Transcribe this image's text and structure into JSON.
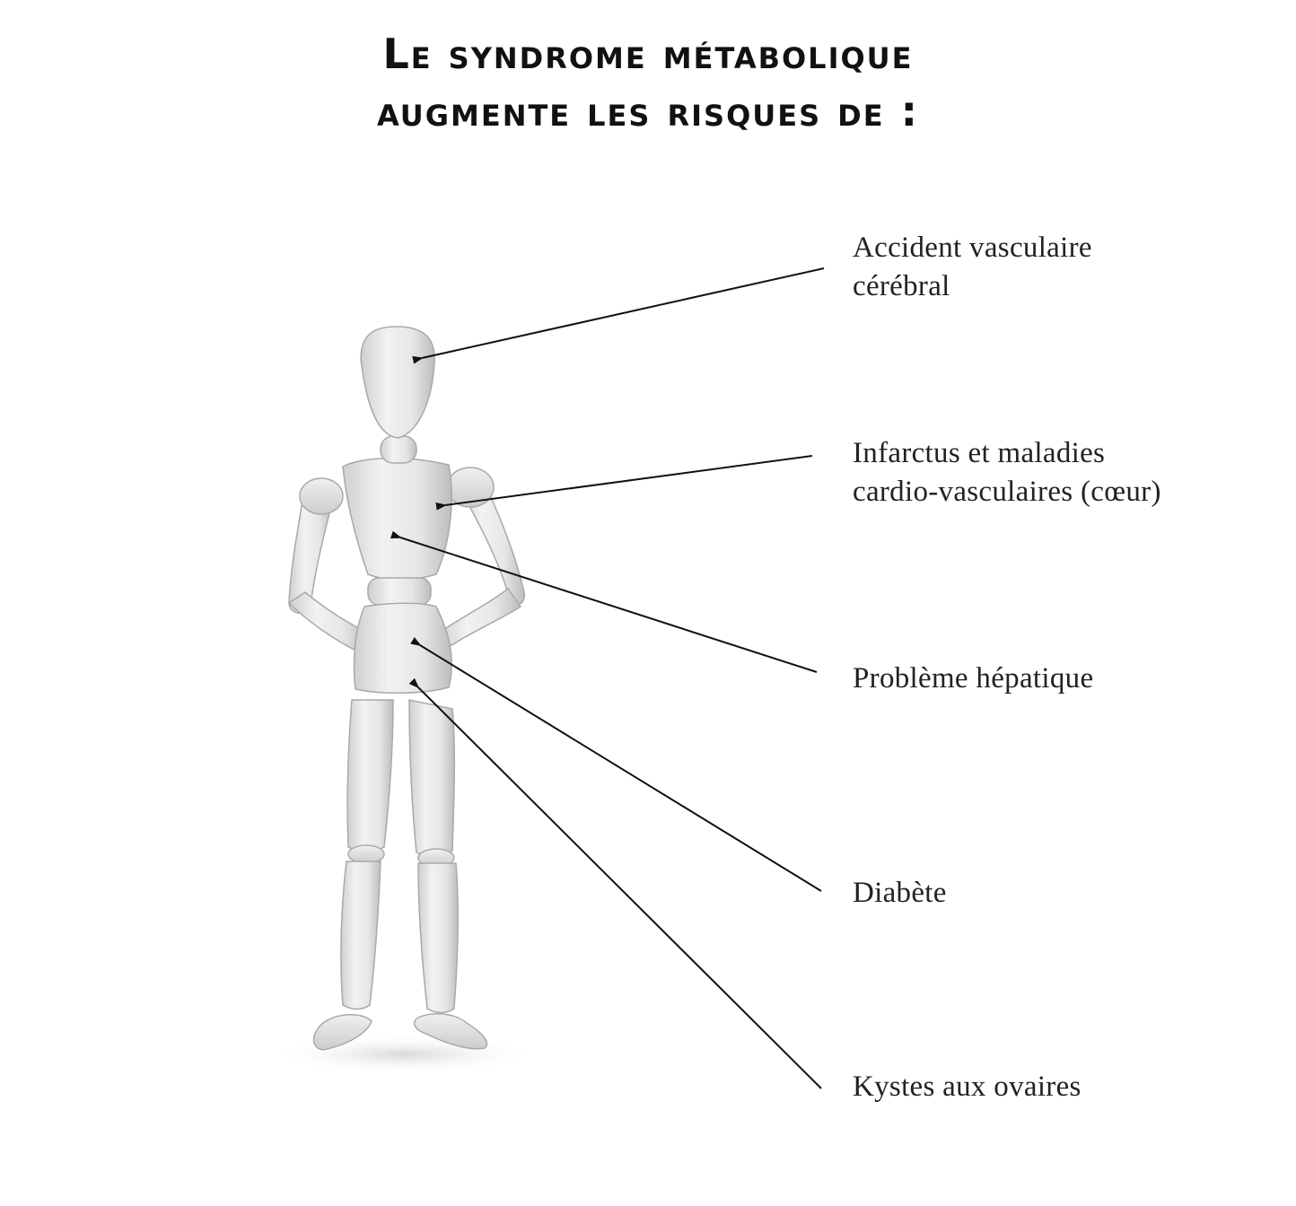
{
  "title": {
    "line1": "Le syndrome métabolique",
    "line2": "augmente les risques de :"
  },
  "risks": [
    {
      "id": "avc",
      "lines": [
        "Accident vasculaire",
        "cérébral"
      ]
    },
    {
      "id": "infarct",
      "lines": [
        "Infarctus et maladies",
        "cardio-vasculaires (cœur)"
      ]
    },
    {
      "id": "hepat",
      "lines": [
        "Problème hépatique"
      ]
    },
    {
      "id": "diab",
      "lines": [
        "Diabète"
      ]
    },
    {
      "id": "kyst",
      "lines": [
        "Kystes aux ovaires"
      ]
    }
  ]
}
